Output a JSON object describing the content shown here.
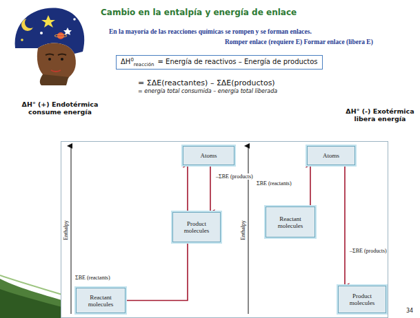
{
  "diagram": {
    "title": "Cambio en la entalpía y energía de enlace",
    "nodes": [
      {
        "text": [
          "ΔH",
          "0",
          "reacción",
          "= Energía de reactivos – Energía de productos"
        ]
      },
      {
        "text": [
          "Atoms"
        ]
      },
      {
        "text": [
          "Product molecules"
        ]
      },
      {
        "text": [
          "Reactant molecules"
        ]
      },
      {
        "text": [
          "Atoms"
        ]
      },
      {
        "text": [
          "Reactant molecules"
        ]
      },
      {
        "text": [
          "Product molecules"
        ]
      }
    ],
    "edges": [
      {
        "from": 3,
        "to": 1,
        "arrow": "to",
        "label": "ΣBE (reactants)"
      },
      {
        "from": 1,
        "to": 2,
        "arrow": "to",
        "label": "–ΣBE (products)"
      },
      {
        "from": 5,
        "to": 4,
        "arrow": "to",
        "label": "ΣBE (reactants)"
      },
      {
        "from": 4,
        "to": 6,
        "arrow": "to",
        "label": "–ΣBE (products)"
      }
    ],
    "labels": [
      "En la mayoría de las reacciones químicas se rompen y se forman enlaces.",
      "Romper enlace (requiere E) Formar enlace (libera E)",
      "= ΣΔE(reactantes) – ΣΔE(productos)",
      "= energía total consumida – energía total liberada",
      "ΔH° (+) Endotérmica consume energía",
      "ΔH° (-) Exotérmica libera energía",
      "Enthalpy",
      "Enthalpy",
      "34"
    ]
  }
}
